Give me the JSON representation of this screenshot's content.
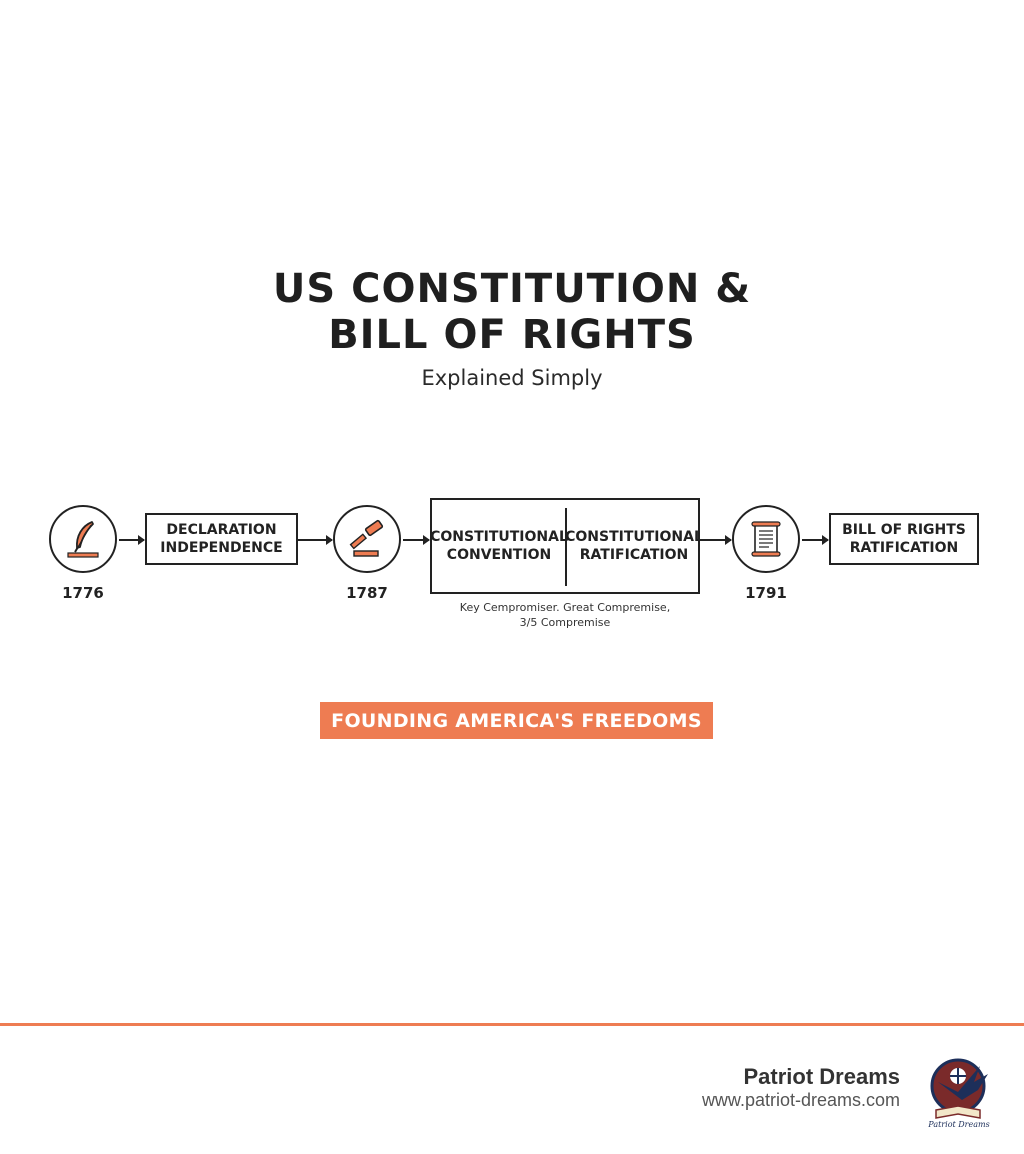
{
  "header": {
    "title_line1": "US CONSTITUTION &",
    "title_line2": "BILL OF RIGHTS",
    "subtitle": "Explained Simply"
  },
  "timeline": {
    "nodes": [
      {
        "year": "1776",
        "icon": "quill-pen-icon"
      },
      {
        "year": "1787",
        "icon": "gavel-icon"
      },
      {
        "year": "1791",
        "icon": "scroll-icon"
      }
    ],
    "events": {
      "declaration": {
        "line1": "DECLARATION",
        "line2": "INDEPENDENCE"
      },
      "convention": {
        "line1": "CONSTITUTIONAL",
        "line2": "CONVENTION"
      },
      "ratification": {
        "line1": "CONSTITUTIONAL",
        "line2": "RATIFICATION"
      },
      "bill_of_rights": {
        "line1": "BILL OF RIGHTS",
        "line2": "RATIFICATION"
      }
    },
    "note_line1": "Key Cempromiser. Great Compremise,",
    "note_line2": "3/5 Compremise"
  },
  "banner": "FOUNDING AMERICA'S FREEDOMS",
  "footer": {
    "brand": "Patriot Dreams",
    "url": "www.patriot-dreams.com",
    "logo_text": "Patriot Dreams"
  },
  "colors": {
    "accent": "#ee7c52",
    "ink": "#222222"
  }
}
